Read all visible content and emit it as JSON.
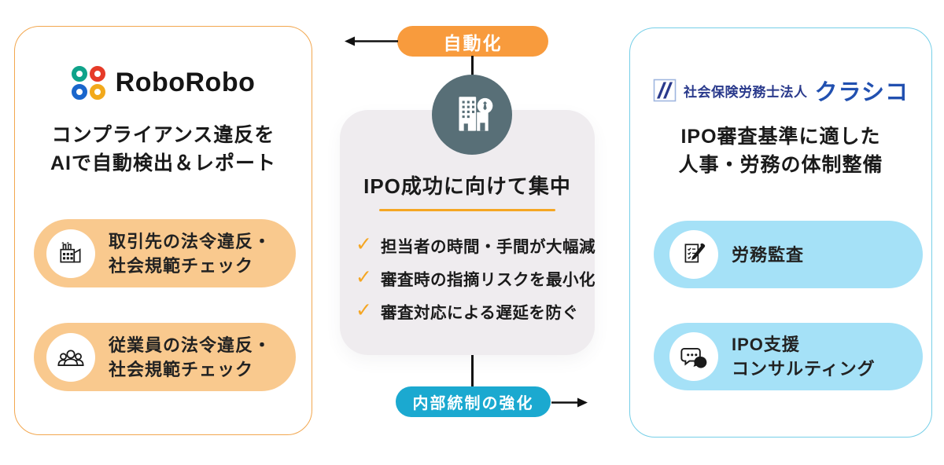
{
  "colors": {
    "accent_orange": "#F89B3D",
    "pill_orange": "#F9C98E",
    "panel_orange_border": "#F2A74F",
    "accent_teal": "#1BA9D0",
    "pill_blue": "#A5E1F7",
    "panel_blue_border": "#76CFE8",
    "card_bg": "#EFECEF",
    "circle_bg": "#586F77",
    "check_orange": "#F5A623",
    "brand_navy": "#2A3A8C",
    "brand_blue": "#2150B0",
    "ink": "#1A1A1A",
    "logo_green": "#0FA38A",
    "logo_red": "#E63B28",
    "logo_blue": "#1A66CC",
    "logo_yellow": "#F2A91C"
  },
  "icons": {
    "check_glyph": "✓",
    "left_item_icons": [
      "factory-icon",
      "group-icon"
    ],
    "right_item_icons": [
      "audit-checklist-icon",
      "chat-consulting-icon"
    ],
    "center_icon": "office-building-icon",
    "arrows": [
      "arrow-left-icon",
      "arrow-right-icon"
    ]
  },
  "left_panel": {
    "brand": "RoboRobo",
    "title_line1": "コンプライアンス違反を",
    "title_line2": "AIで自動検出＆レポート",
    "items": [
      {
        "line1": "取引先の法令違反・",
        "line2": "社会規範チェック"
      },
      {
        "line1": "従業員の法令違反・",
        "line2": "社会規範チェック"
      }
    ]
  },
  "center": {
    "top_badge": "自動化",
    "card_title": "IPO成功に向けて集中",
    "checklist": [
      "担当者の時間・手間が大幅減",
      "審査時の指摘リスクを最小化",
      "審査対応による遅延を防ぐ"
    ],
    "bottom_badge": "内部統制の強化"
  },
  "right_panel": {
    "brand_prefix": "社会保険労務士法人",
    "brand_name": "クラシコ",
    "title_line1": "IPO審査基準に適した",
    "title_line2": "人事・労務の体制整備",
    "items": [
      {
        "line1": "労務監査"
      },
      {
        "line1": "IPO支援",
        "line2": "コンサルティング"
      }
    ]
  }
}
